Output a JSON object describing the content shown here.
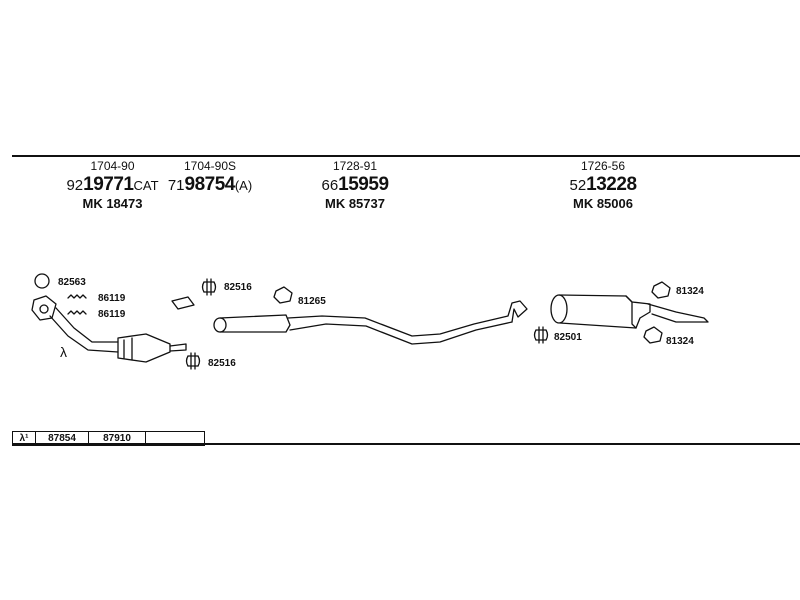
{
  "parts": [
    {
      "ref": "1704-90",
      "prefix": "92",
      "bold": "19771",
      "suffix": "CAT",
      "mk": "MK 18473"
    },
    {
      "ref": "1704-90S",
      "prefix": "71",
      "bold": "98754",
      "suffix": "(A)",
      "mk": ""
    },
    {
      "ref": "1728-91",
      "prefix": "66",
      "bold": "15959",
      "suffix": "",
      "mk": "MK 85737"
    },
    {
      "ref": "1726-56",
      "prefix": "52",
      "bold": "13228",
      "suffix": "",
      "mk": "MK 85006"
    }
  ],
  "callouts": {
    "c82563": "82563",
    "c86119a": "86119",
    "c86119b": "86119",
    "c82516a": "82516",
    "c82516b": "82516",
    "c81265": "81265",
    "c82501": "82501",
    "c81324a": "81324",
    "c81324b": "81324"
  },
  "lambda_label": "λ",
  "footer_table": {
    "symbol": "λ¹",
    "cells": [
      "87854",
      "87910",
      ""
    ]
  }
}
